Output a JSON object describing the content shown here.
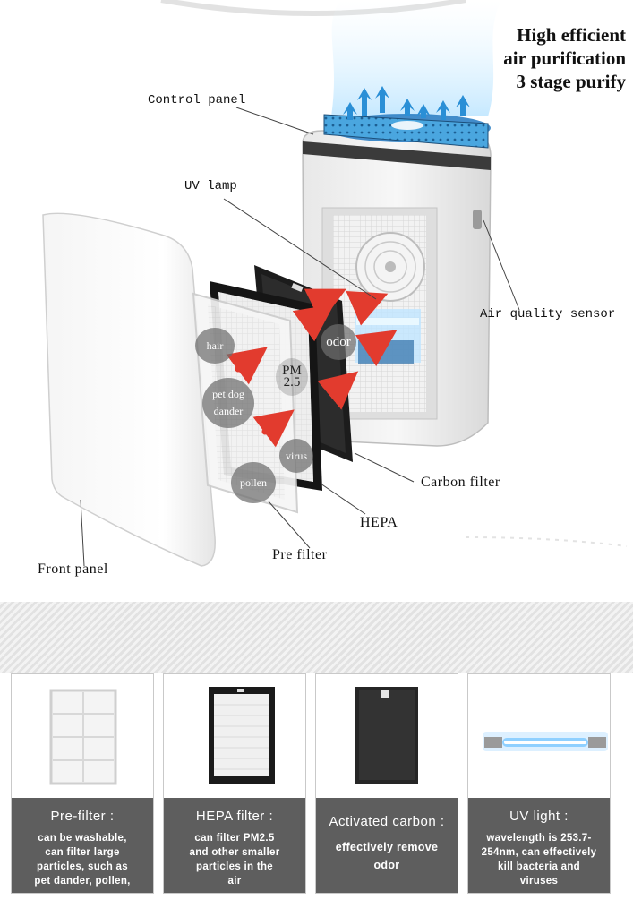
{
  "headline": {
    "line1": "High efficient",
    "line2": "air purification",
    "line3": "3 stage purify"
  },
  "callouts": {
    "control_panel": "Control panel",
    "uv_lamp": "UV lamp",
    "air_quality_sensor": "Air quality sensor",
    "carbon_filter": "Carbon filter",
    "hepa": "HEPA",
    "pre_filter": "Pre filter",
    "front_panel": "Front panel"
  },
  "bubbles": {
    "hair": "hair",
    "pet_dog_line1": "pet dog",
    "pet_dog_line2": "dander",
    "pm_line1": "PM",
    "pm_line2": "2.5",
    "virus": "virus",
    "pollen": "pollen",
    "odor": "odor"
  },
  "cards": [
    {
      "title": "Pre-filter :",
      "desc": [
        "can be washable,",
        "can filter large",
        "particles, such as",
        "pet dander, pollen,"
      ]
    },
    {
      "title": "HEPA filter :",
      "desc": [
        "can filter PM2.5",
        "and other smaller",
        "particles in the",
        "air"
      ]
    },
    {
      "title": "Activated carbon :",
      "desc": [
        "effectively remove",
        "odor"
      ]
    },
    {
      "title": "UV light :",
      "desc": [
        "wavelength is 253.7-",
        "254nm, can effectively",
        "kill bacteria and",
        "viruses"
      ]
    }
  ],
  "colors": {
    "arrow_red": "#e23b2e",
    "airflow_blue": "#2a8fd6",
    "caption_gray": "#5e5e5e",
    "uv_glow": "#8fd0ff"
  }
}
